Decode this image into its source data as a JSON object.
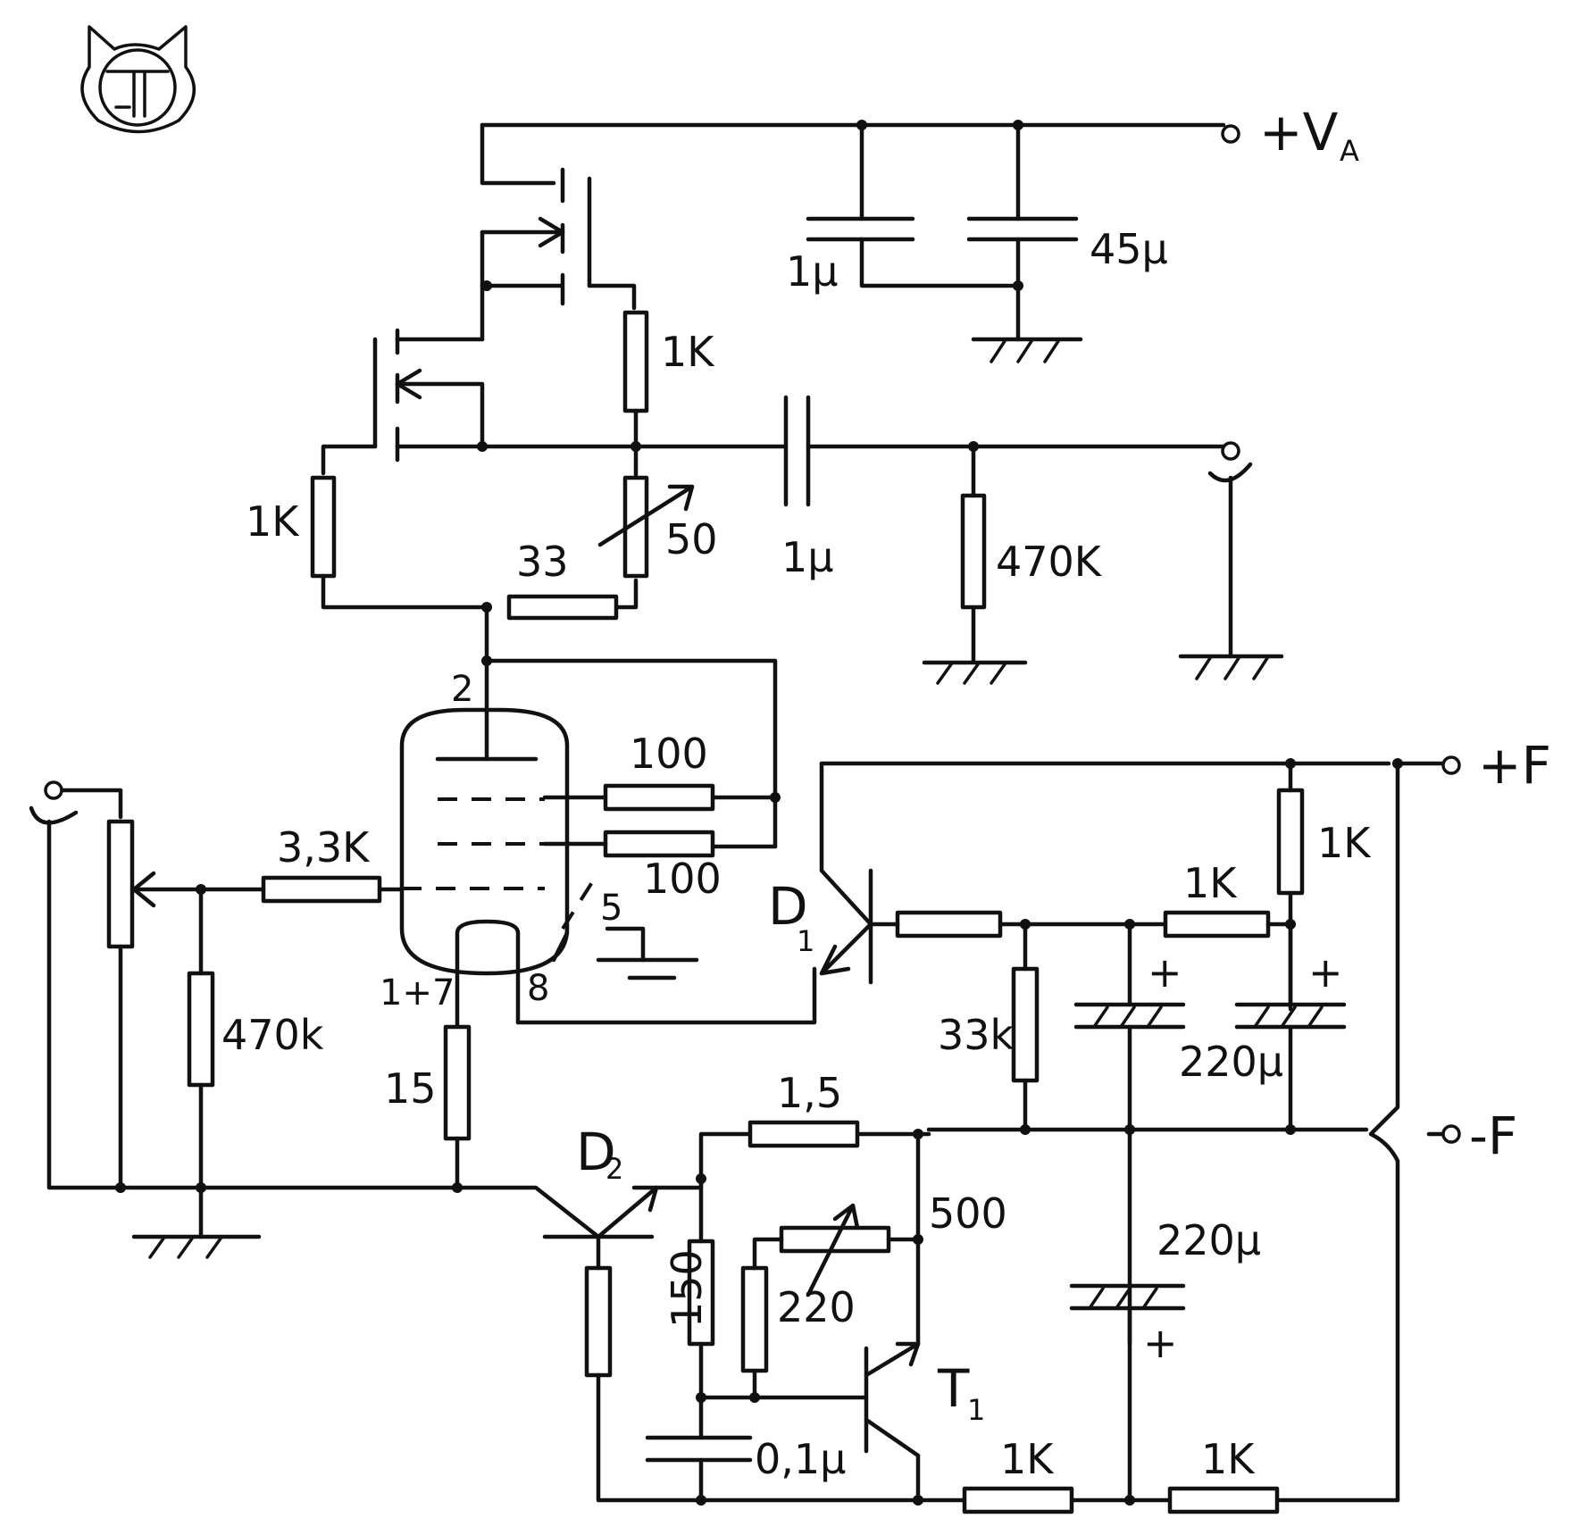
{
  "terminals": {
    "va": "+V",
    "va_sub": "A",
    "f_pos": "+F",
    "f_neg": "-F"
  },
  "labels": {
    "r_1k_source": "1K",
    "r_1k_left": "1K",
    "r_33": "33",
    "r_50": "50",
    "c_1u_supply": "1μ",
    "c_45u": "45μ",
    "c_1u_coupling": "1μ",
    "r_470k_out": "470K",
    "r_100_a": "100",
    "r_100_b": "100",
    "r_3k3": "3,3K",
    "r_470k_in": "470k",
    "r_15": "15",
    "r_1k_f": "1K",
    "r_1k_mid": "1K",
    "r_33k": "33k",
    "c_220u_a": "220μ",
    "c_220u_b": "220μ",
    "r_1_5": "1,5",
    "r_500": "500",
    "r_220": "220",
    "r_150": "150",
    "c_0_1u": "0,1μ",
    "r_1k_bot_a": "1K",
    "r_1k_bot_b": "1K",
    "plus_a": "+",
    "plus_b": "+",
    "plus_c": "+"
  },
  "components": {
    "d1": "D",
    "d1_sub": "1",
    "d2": "D",
    "d2_sub": "2",
    "t1": "T",
    "t1_sub": "1"
  },
  "tube_pins": {
    "pin_2": "2",
    "pin_5": "5",
    "pin_8": "8",
    "pin_1_7": "1+7"
  }
}
